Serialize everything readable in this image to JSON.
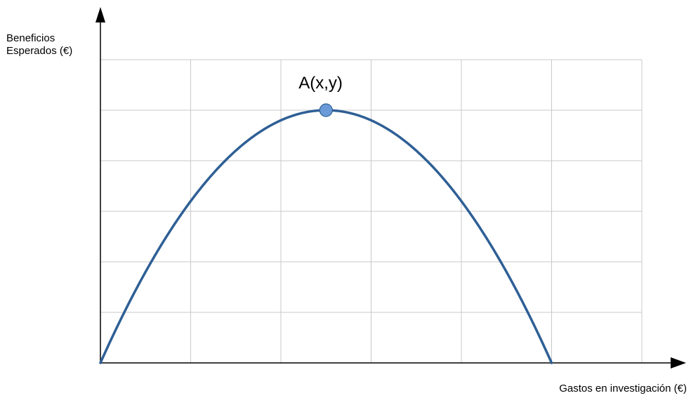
{
  "chart_data": {
    "type": "line",
    "title": "",
    "ylabel_lines": [
      "Beneficios",
      "Esperados (€)"
    ],
    "xlabel": "Gastos en investigación (€)",
    "xlim": [
      0,
      6
    ],
    "ylim": [
      0,
      6
    ],
    "grid": true,
    "tick_labels_visible": false,
    "series": [
      {
        "color": "#2e5f95",
        "curve": "parabola",
        "x_intercepts": [
          0,
          5
        ],
        "vertex": [
          2.5,
          5
        ]
      }
    ],
    "annotations": [
      {
        "label": "A(x,y)",
        "x": 2.5,
        "y": 5,
        "marker_color": "#6a9bd8"
      }
    ]
  },
  "colors": {
    "axis": "#000000",
    "grid": "#c8c8c8",
    "curve": "#2e5f95",
    "marker_fill": "#6a9bd8",
    "marker_stroke": "#2e5f95"
  }
}
